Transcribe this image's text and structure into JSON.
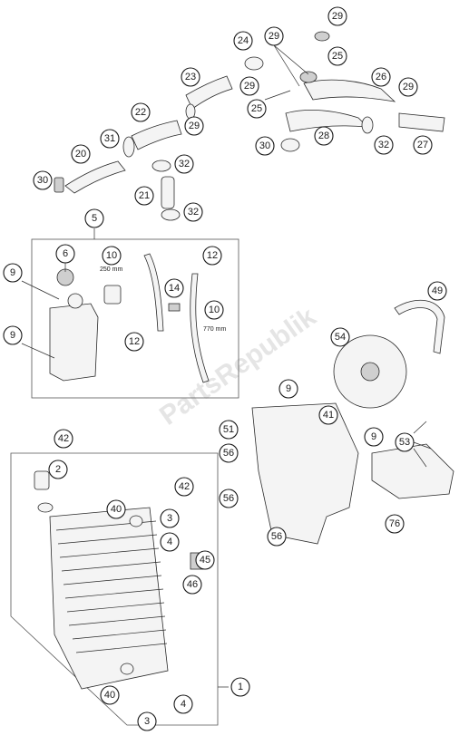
{
  "watermark": "PartsRepublik",
  "callouts": {
    "c29a": "29",
    "c24": "24",
    "c29b": "29",
    "c25a": "25",
    "c23": "23",
    "c29c": "29",
    "c26": "26",
    "c29d": "29",
    "c22": "22",
    "c25b": "25",
    "c29e": "29",
    "c31": "31",
    "c28": "28",
    "c20": "20",
    "c30a": "30",
    "c32a": "32",
    "c27": "27",
    "c32b": "32",
    "c30b": "30",
    "c21": "21",
    "c32c": "32",
    "c5": "5",
    "c6": "6",
    "c10a": "10",
    "c12a": "12",
    "c9a": "9",
    "c14": "14",
    "c10b": "10",
    "c9b": "9",
    "c12b": "12",
    "c49": "49",
    "c54": "54",
    "c9c": "9",
    "c41": "41",
    "c9d": "9",
    "c51": "51",
    "c53": "53",
    "c42a": "42",
    "c56a": "56",
    "c2": "2",
    "c42b": "42",
    "c56b": "56",
    "c40a": "40",
    "c3a": "3",
    "c76": "76",
    "c4a": "4",
    "c56c": "56",
    "c45": "45",
    "c46": "46",
    "c1": "1",
    "c40b": "40",
    "c4b": "4",
    "c3b": "3"
  },
  "dimensions": {
    "hose_short": "250 mm",
    "hose_long": "770 mm"
  }
}
